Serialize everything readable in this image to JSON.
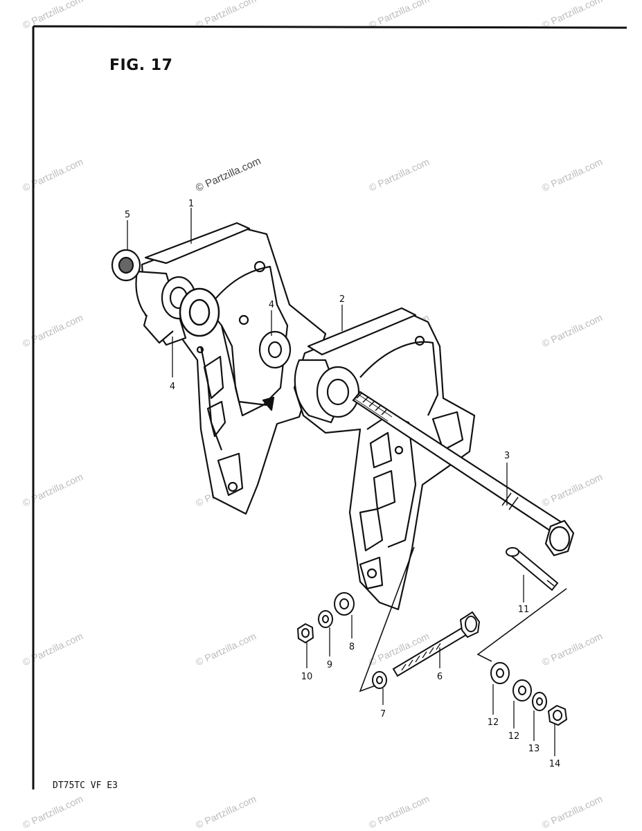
{
  "figure": {
    "title": "FIG. 17",
    "model_code": "DT75TC VF E3",
    "watermark": "© Partzilla.com"
  },
  "callouts": [
    {
      "id": "c1",
      "label": "1"
    },
    {
      "id": "c2",
      "label": "2"
    },
    {
      "id": "c3",
      "label": "3"
    },
    {
      "id": "c4a",
      "label": "4"
    },
    {
      "id": "c4b",
      "label": "4"
    },
    {
      "id": "c5",
      "label": "5"
    },
    {
      "id": "c6",
      "label": "6"
    },
    {
      "id": "c7",
      "label": "7"
    },
    {
      "id": "c8",
      "label": "8"
    },
    {
      "id": "c9",
      "label": "9"
    },
    {
      "id": "c10",
      "label": "10"
    },
    {
      "id": "c11",
      "label": "11"
    },
    {
      "id": "c12a",
      "label": "12"
    },
    {
      "id": "c12b",
      "label": "12"
    },
    {
      "id": "c13",
      "label": "13"
    },
    {
      "id": "c14",
      "label": "14"
    }
  ]
}
